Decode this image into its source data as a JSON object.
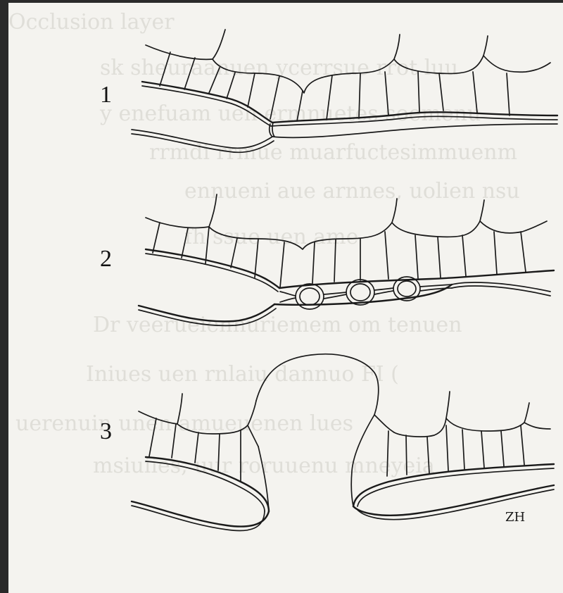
{
  "figure": {
    "panels": [
      {
        "label": "1",
        "icon": "intact-epithelial-layer-diagram"
      },
      {
        "label": "2",
        "icon": "fusing-epithelial-layer-with-vesicles-diagram"
      },
      {
        "label": "3",
        "icon": "separated-epithelial-layer-diagram"
      }
    ],
    "signature": "ZH",
    "bleed_through": [
      "Occlusion layer",
      "sk sheuraanuen ycerrsue rrot luu",
      "y enefuam uen ermnuetes soemenu",
      "rrmdi rrmue muarfuctesimmuenm",
      "ennueni aue arnnes, uolien nsu",
      "fh ssue uen ame",
      "Dr veerueiennuriemem om tenuen",
      "Iniues uen rnlaiu dannuo FI (",
      "uerenuin unen amueuenen lues",
      "msiuiies, uur roruuenu mneyeia"
    ]
  }
}
